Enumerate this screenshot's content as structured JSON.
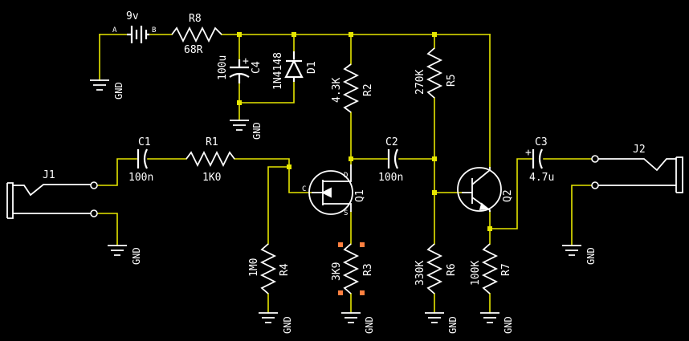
{
  "battery": {
    "value": "9v",
    "pin_a": "A",
    "pin_b": "B"
  },
  "R8": {
    "ref": "R8",
    "value": "68R"
  },
  "C4": {
    "value": "100u",
    "ref": "C4",
    "polarity": "+"
  },
  "D1": {
    "part": "1N4148",
    "ref": "D1"
  },
  "R2": {
    "value": "4.3K",
    "ref": "R2"
  },
  "R5": {
    "value": "270K",
    "ref": "R5"
  },
  "C1": {
    "ref": "C1",
    "value": "100n"
  },
  "R1": {
    "ref": "R1",
    "value": "1K0"
  },
  "C2": {
    "ref": "C2",
    "value": "100n"
  },
  "C3": {
    "ref": "C3",
    "value": "4.7u",
    "polarity": "+"
  },
  "J1": {
    "ref": "J1"
  },
  "J2": {
    "ref": "J2"
  },
  "Q1": {
    "ref": "Q1",
    "pin_c": "C",
    "pin_d": "D",
    "pin_s": "S"
  },
  "Q2": {
    "ref": "Q2"
  },
  "R4": {
    "value": "1M0",
    "ref": "R4"
  },
  "R3": {
    "value": "3K9",
    "ref": "R3"
  },
  "R6": {
    "value": "330K",
    "ref": "R6"
  },
  "R7": {
    "value": "100K",
    "ref": "R7"
  },
  "gnd": "GND",
  "colors": {
    "background": "#000000",
    "wire": "#e6e600",
    "component": "#ffffff",
    "selection": "#ff8040"
  }
}
